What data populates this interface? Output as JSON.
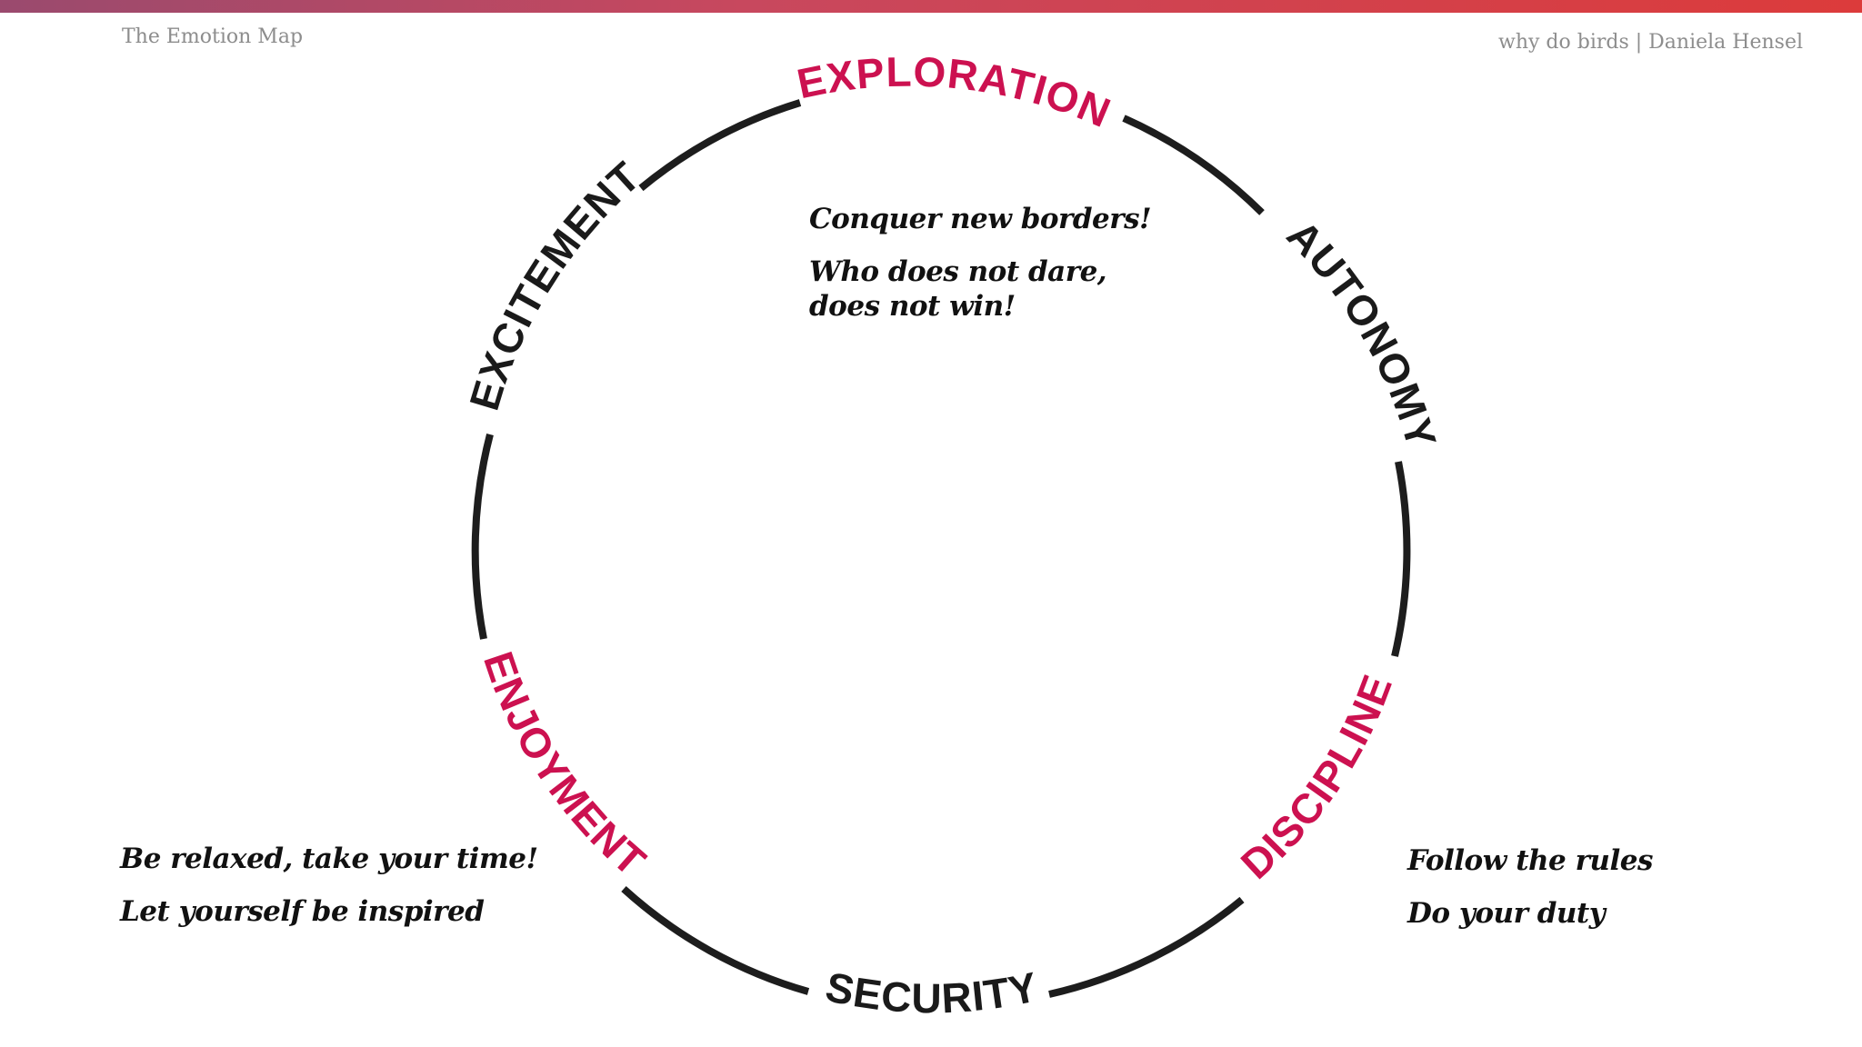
{
  "header": {
    "title": "The Emotion Map",
    "credit": "why do birds | Daniela Hensel"
  },
  "wheel": {
    "segments": [
      {
        "label": "EXPLORATION",
        "color": "#cc1150"
      },
      {
        "label": "AUTONOMY",
        "color": "#1a1a1a"
      },
      {
        "label": "DISCIPLINE",
        "color": "#cc1150"
      },
      {
        "label": "SECURITY",
        "color": "#1a1a1a"
      },
      {
        "label": "ENJOYMENT",
        "color": "#cc1150"
      },
      {
        "label": "EXCITEMENT",
        "color": "#1a1a1a"
      }
    ]
  },
  "quotes": {
    "top": [
      "Conquer new borders!",
      "Who does not dare, does not win!"
    ],
    "left": [
      "Be relaxed, take your time!",
      "Let yourself be inspired"
    ],
    "right": [
      "Follow the rules",
      "Do your duty"
    ]
  },
  "colors": {
    "accent": "#cc1150",
    "ring": "#1d1d1d",
    "topbar_start": "#9a4a6e",
    "topbar_end": "#dc3b3b"
  }
}
